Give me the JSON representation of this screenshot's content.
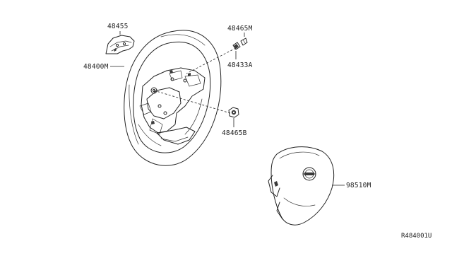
{
  "diagram": {
    "parts": [
      {
        "id": "48455",
        "label": "48455"
      },
      {
        "id": "48400M",
        "label": "48400M"
      },
      {
        "id": "48465M",
        "label": "48465M"
      },
      {
        "id": "48433A",
        "label": "48433A"
      },
      {
        "id": "48465B",
        "label": "48465B"
      },
      {
        "id": "98510M",
        "label": "98510M"
      }
    ],
    "reference_code": "R484001U"
  }
}
